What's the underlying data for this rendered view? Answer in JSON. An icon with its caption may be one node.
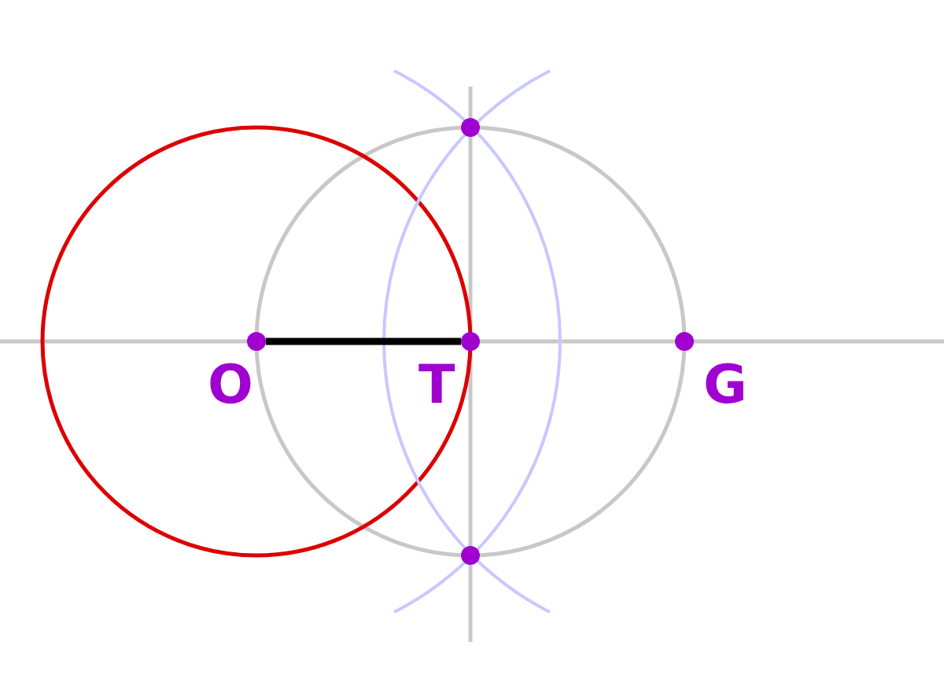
{
  "diagram": {
    "nodes": [
      {
        "text": [],
        "shape": "circle",
        "beside": [
          "O"
        ]
      },
      {
        "text": [],
        "shape": "circle",
        "beside": [
          "T"
        ]
      },
      {
        "text": [],
        "shape": "circle",
        "beside": [
          "G"
        ]
      },
      {
        "text": [],
        "shape": "circle"
      },
      {
        "text": [],
        "shape": "circle"
      }
    ],
    "edges": [
      {
        "from": 0,
        "to": 1,
        "arrow": "none"
      }
    ]
  }
}
